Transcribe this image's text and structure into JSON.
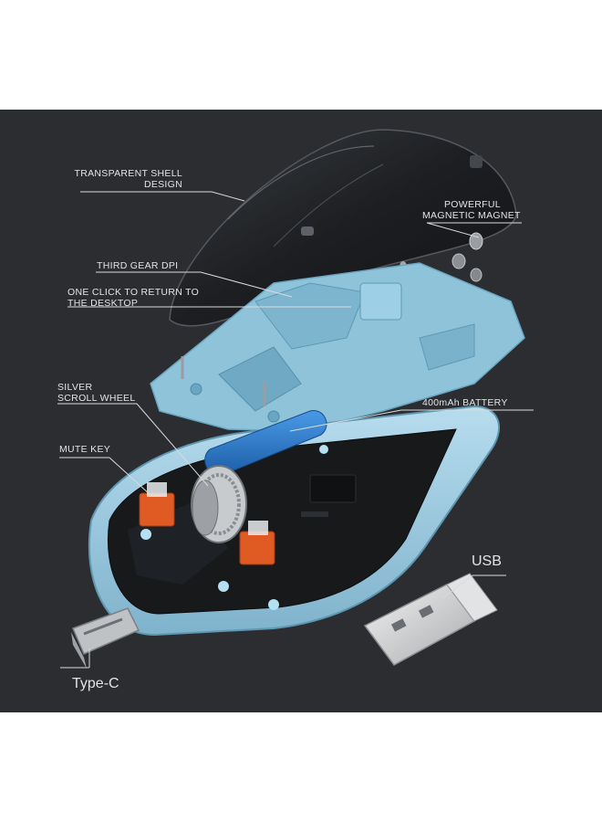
{
  "colors": {
    "background": "#2b2d31",
    "shell": "#1f2124",
    "frame": "#8fc3da",
    "base": "#9ecde4",
    "board": "#17191b",
    "battery": "#2b76c8",
    "switch": "#e05a24",
    "wheel": "#b9bcbf",
    "label_text": "#e2e4e6"
  },
  "labels": {
    "shell": [
      "TRANSPARENT SHELL",
      "DESIGN"
    ],
    "magnet": [
      "POWERFUL",
      "MAGNETIC MAGNET"
    ],
    "dpi": "THIRD GEAR DPI",
    "desktop": [
      "ONE CLICK TO RETURN TO",
      "THE DESKTOP"
    ],
    "wheel": [
      "SILVER",
      "SCROLL WHEEL"
    ],
    "battery": "400mAh BATTERY",
    "mute": "MUTE KEY",
    "usb": "USB",
    "typec": "Type-C"
  }
}
